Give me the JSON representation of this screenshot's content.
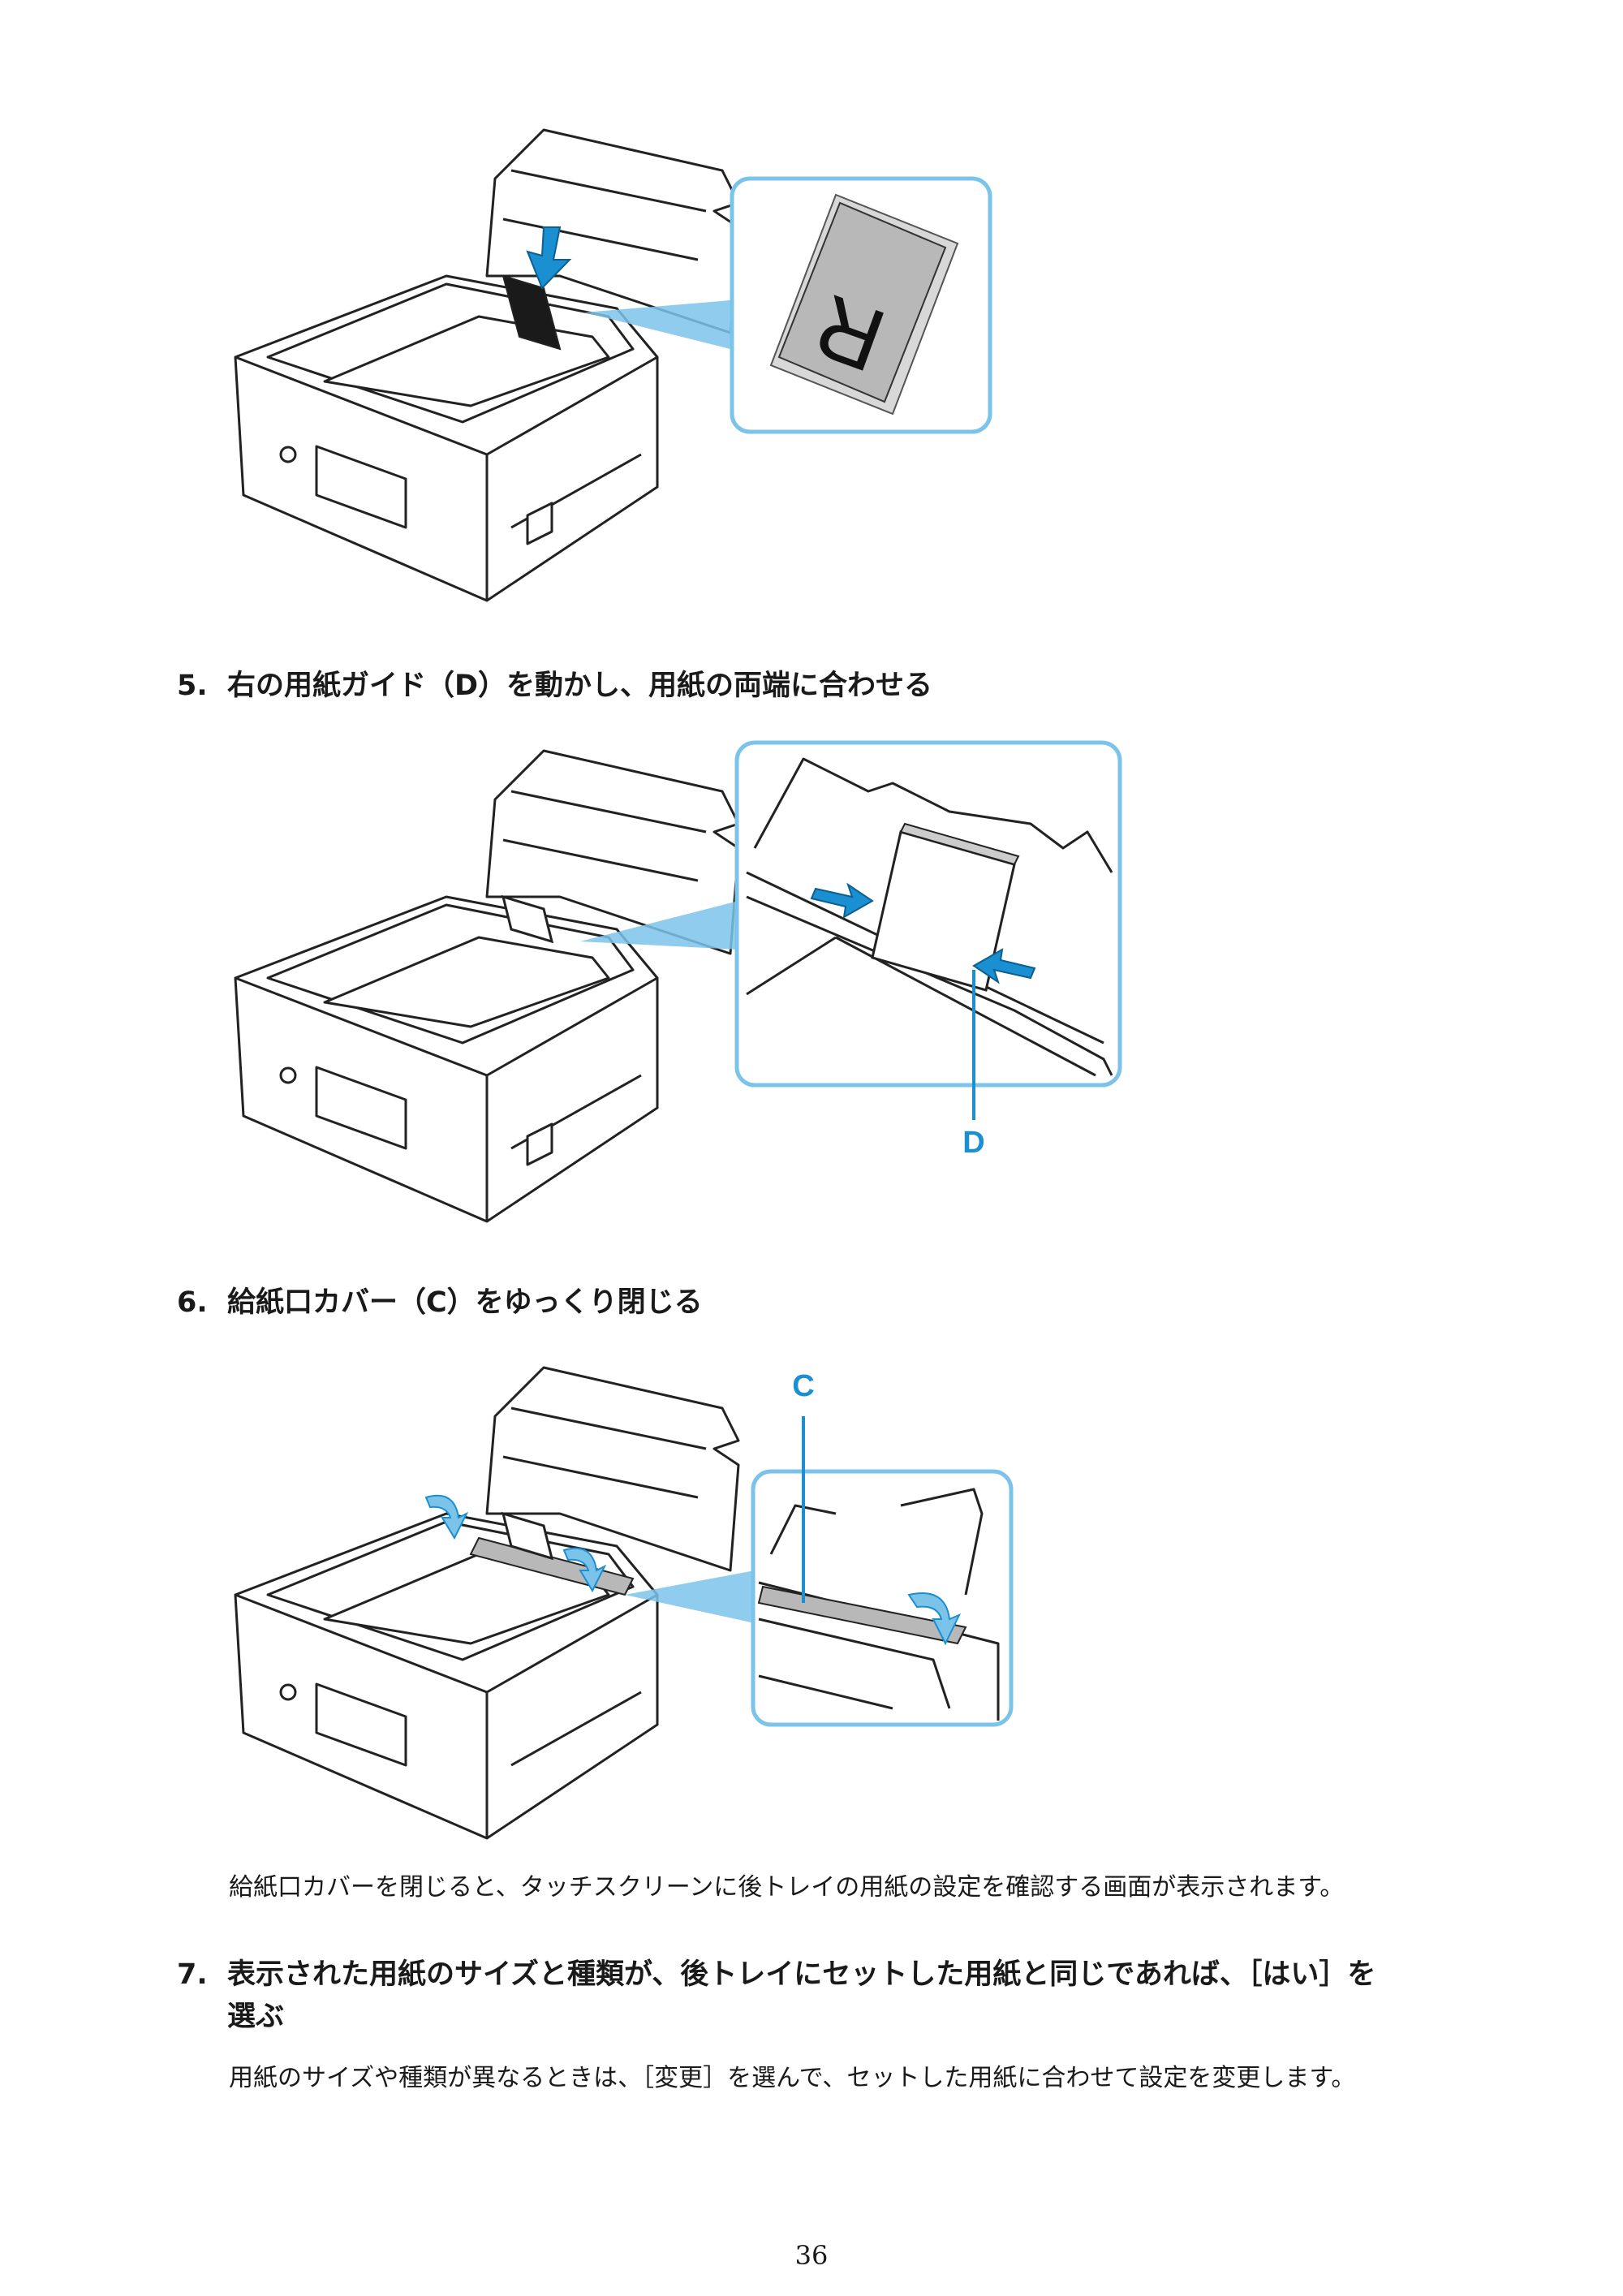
{
  "steps": [
    {
      "number": "5.",
      "text": "右の用紙ガイド（D）を動かし、用紙の両端に合わせる"
    },
    {
      "number": "6.",
      "text": "給紙口カバー（C）をゆっくり閉じる",
      "note": "給紙口カバーを閉じると、タッチスクリーンに後トレイの用紙の設定を確認する画面が表示されます。"
    },
    {
      "number": "7.",
      "text_line1": "表示された用紙のサイズと種類が、後トレイにセットした用紙と同じであれば、［はい］を",
      "text_line2": "選ぶ",
      "note": "用紙のサイズや種類が異なるときは、［変更］を選んで、セットした用紙に合わせて設定を変更します。"
    }
  ],
  "figures": {
    "fig1_zoom_letter": "R",
    "fig2_callout": "D",
    "fig3_callout": "C"
  },
  "colors": {
    "accent": "#1a8fd1",
    "callout_border": "#7cc3ea",
    "paper_gray": "#b8b8b8"
  },
  "page_number": "36"
}
